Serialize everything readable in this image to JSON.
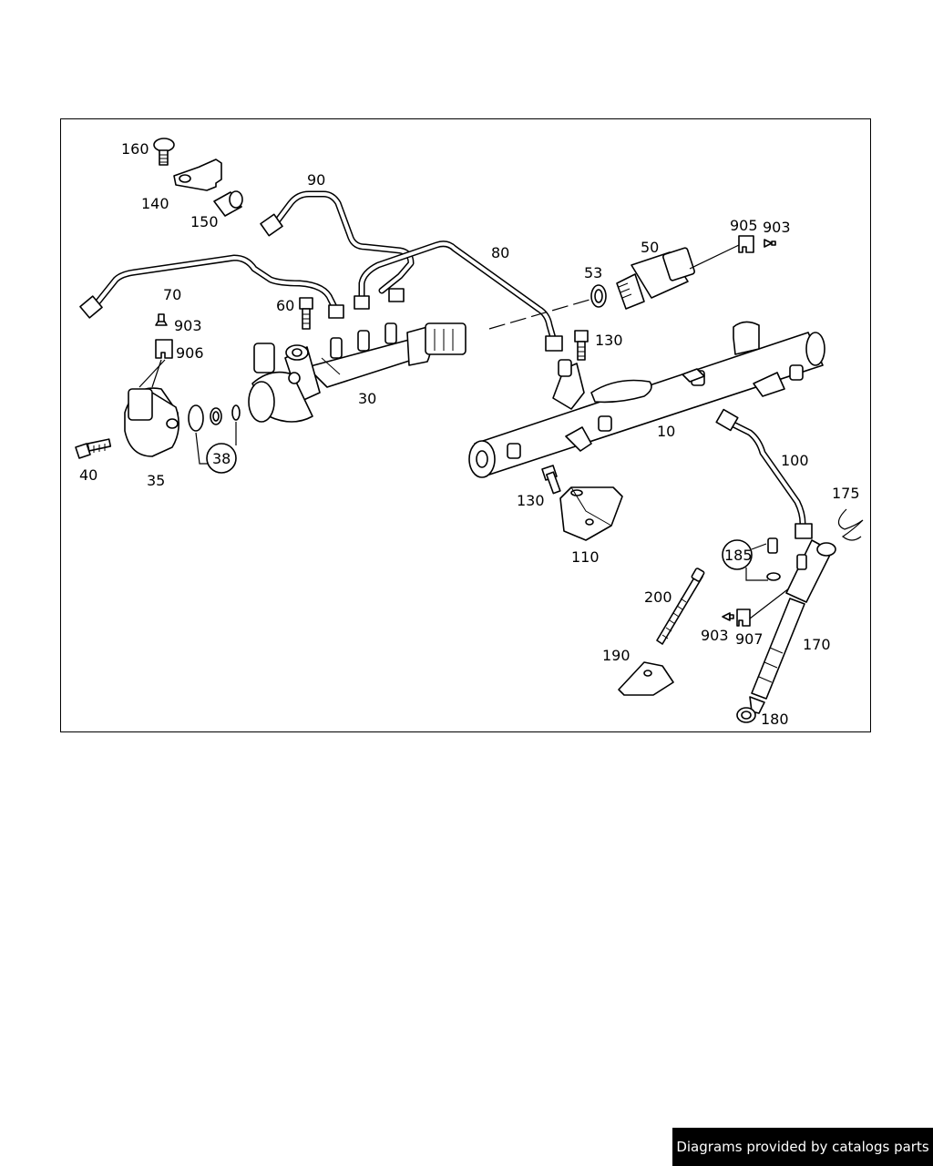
{
  "diagram": {
    "labels": {
      "l160": "160",
      "l140": "140",
      "l150": "150",
      "l90": "90",
      "l80": "80",
      "l70": "70",
      "l60": "60",
      "l903a": "903",
      "l906": "906",
      "l30": "30",
      "l38": "38",
      "l40": "40",
      "l35": "35",
      "l53": "53",
      "l50": "50",
      "l905": "905",
      "l903b": "903",
      "l130a": "130",
      "l10": "10",
      "l100": "100",
      "l130b": "130",
      "l110": "110",
      "l175": "175",
      "l185": "185",
      "l200": "200",
      "l903c": "903",
      "l907": "907",
      "l170": "170",
      "l190": "190",
      "l180": "180"
    }
  },
  "footer": {
    "text": "Diagrams provided by catalogs parts"
  }
}
